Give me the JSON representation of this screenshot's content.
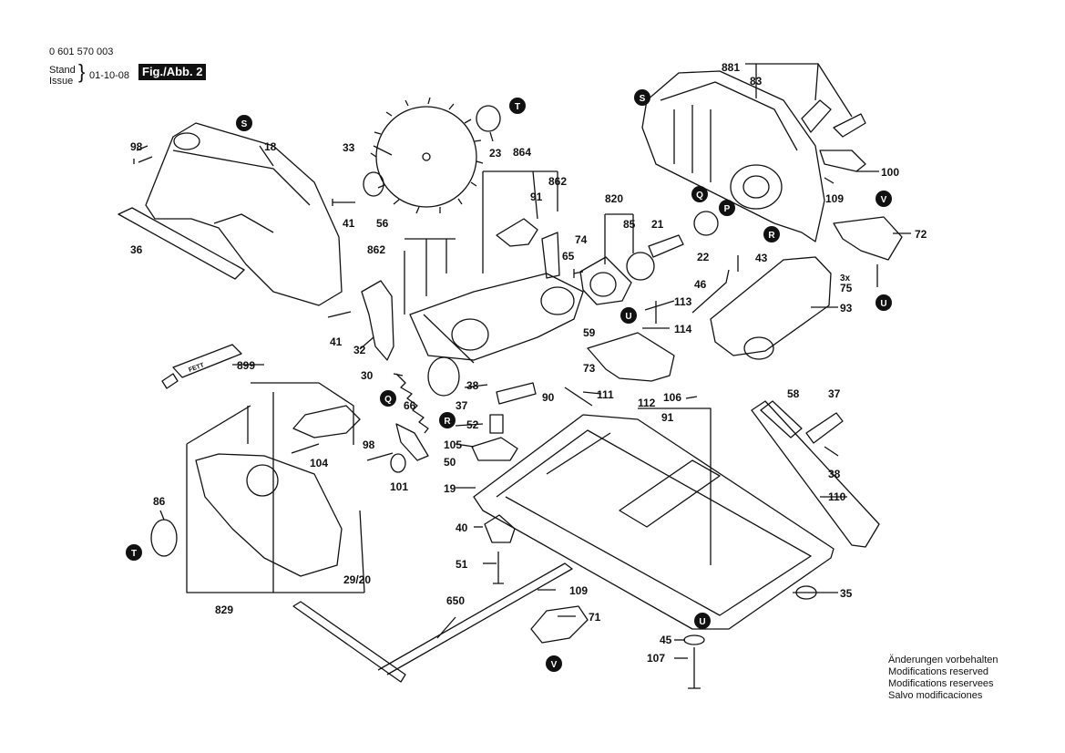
{
  "header": {
    "part_number": "0 601 570 003",
    "stand": "Stand",
    "issue": "Issue",
    "date": "01-10-08",
    "figure": "Fig./Abb. 2"
  },
  "notes": [
    "Änderungen vorbehalten",
    "Modifications reserved",
    "Modifications reservees",
    "Salvo modificaciones"
  ],
  "labels": {
    "l881": "881",
    "l83": "83",
    "l100": "100",
    "l109a": "109",
    "l72": "72",
    "l3x": "3x",
    "l75": "75",
    "l93": "93",
    "l98a": "98",
    "l18": "18",
    "l36": "36",
    "l33": "33",
    "l23": "23",
    "l41a": "41",
    "l56": "56",
    "l864": "864",
    "l91a": "91",
    "l862a": "862",
    "l820": "820",
    "l85": "85",
    "l21": "21",
    "l22": "22",
    "l43": "43",
    "l74": "74",
    "l65": "65",
    "l862b": "862",
    "l46": "46",
    "l113": "113",
    "l114": "114",
    "l59": "59",
    "l41b": "41",
    "l32": "32",
    "l899": "899",
    "l30": "30",
    "l73": "73",
    "l38a": "38",
    "l90": "90",
    "l37a": "37",
    "l111": "111",
    "l66": "66",
    "l106": "106",
    "l112": "112",
    "l91b": "91",
    "l52": "52",
    "l58": "58",
    "l37b": "37",
    "l105": "105",
    "l104": "104",
    "l98b": "98",
    "l50": "50",
    "l101": "101",
    "l19": "19",
    "l38b": "38",
    "l110": "110",
    "l86": "86",
    "l40": "40",
    "l51": "51",
    "l29_20": "29/20",
    "l650": "650",
    "l109b": "109",
    "l71": "71",
    "l35": "35",
    "l829": "829",
    "l45": "45",
    "l107": "107",
    "l899tube": "FETT"
  },
  "markers": {
    "s1": "S",
    "s2": "S",
    "t1": "T",
    "t2": "T",
    "q1": "Q",
    "q2": "Q",
    "p1": "P",
    "r1": "R",
    "r2": "R",
    "v1": "V",
    "v2": "V",
    "u1": "U",
    "u2": "U",
    "u3": "U"
  }
}
